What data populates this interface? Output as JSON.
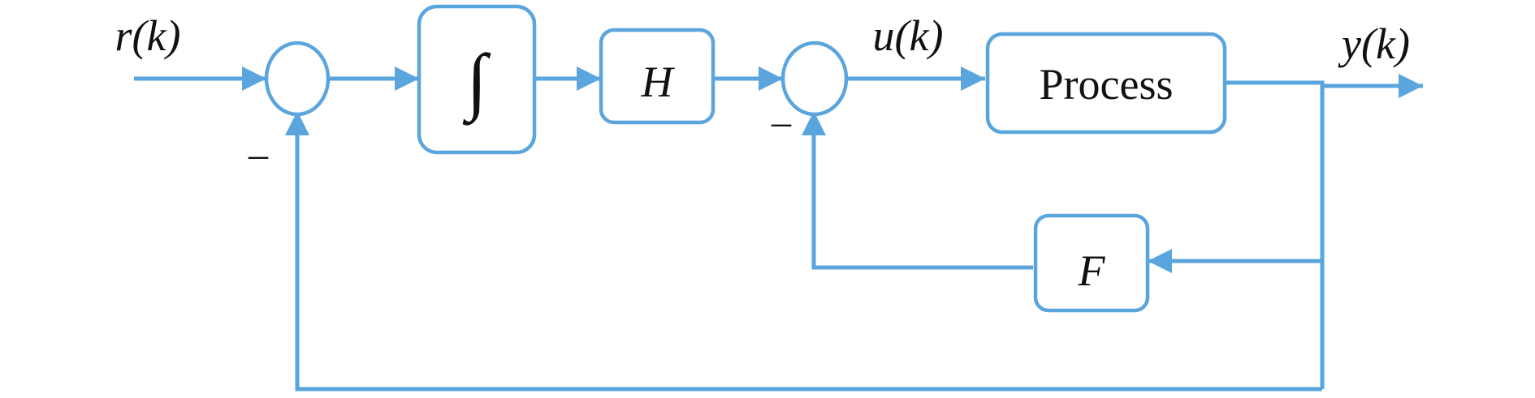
{
  "diagram": {
    "input_label": "r(k)",
    "control_label": "u(k)",
    "output_label": "y(k)",
    "integrator_symbol": "∫",
    "block_h": "H",
    "block_process": "Process",
    "block_f": "F",
    "minus_sign_1": "–",
    "minus_sign_2": "–",
    "line_color": "#5aa5dd"
  }
}
